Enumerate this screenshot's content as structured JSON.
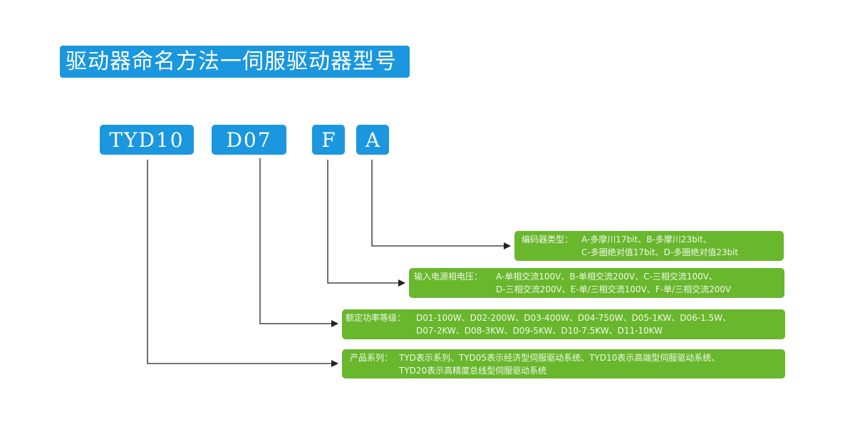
{
  "title": "驱动器命名方法一伺服驱动器型号",
  "codes": {
    "series": "TYD10",
    "power": "D07",
    "voltage": "F",
    "encoder": "A"
  },
  "descriptions": {
    "encoder": {
      "label": "编码器类型：",
      "line1": "A-多摩川17bit、B-多摩川23bit、",
      "line2": "C-多圈绝对值17bit、D-多圈绝对值23bit"
    },
    "power_input": {
      "label": "输入电源相电压：",
      "line1": "A-单相交流100V、B-单相交流200V、C-三相交流100V、",
      "line2": "D-三相交流200V、E-单/三相交流100V、F-单/三相交流200V"
    },
    "rated_power": {
      "label": "额定功率等级：",
      "line1": "D01-100W、D02-200W、D03-400W、D04-750W、D05-1KW、D06-1.5W、",
      "line2": "D07-2KW、D08-3KW、D09-5KW、D10-7.5KW、D11-10KW"
    },
    "series": {
      "label": "产品系列：",
      "line1": "TYD表示系列、TYD05表示经济型伺服驱动系统、TYD10表示高端型伺服驱动系统、",
      "line2": "TYD20表示高精度总线型伺服驱动系统"
    }
  },
  "colors": {
    "blue": "#1a97de",
    "green": "#68b72d",
    "connector": "#222222"
  }
}
